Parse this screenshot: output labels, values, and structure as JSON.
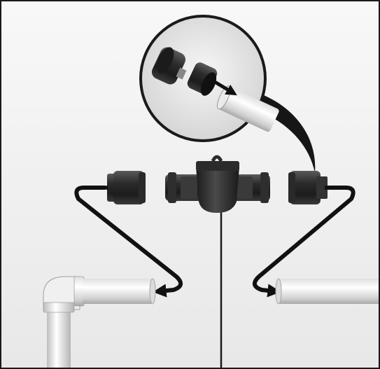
{
  "illustration": {
    "kind": "installation-instructions",
    "text": [],
    "colors": {
      "background_top": "#f7f7f7",
      "background_bottom": "#e9e9e9",
      "pipe_light": "#f2f2f2",
      "pipe_shadow": "#a9a9a9",
      "part_dark": "#2a2a2a",
      "part_mid": "#4a4a4a",
      "arrow": "#111111",
      "frame": "#1a1a1a"
    },
    "icons": [
      "magnifier-callout",
      "union-nut",
      "union-adapter",
      "inline-valve-body",
      "pvc-pipe",
      "pvc-elbow",
      "curved-arrow"
    ]
  }
}
